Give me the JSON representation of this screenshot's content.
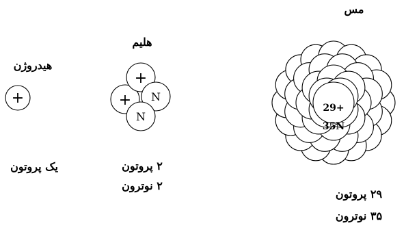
{
  "atoms": {
    "hydrogen": {
      "name": "هیدروژن",
      "line1": "یک پروتون",
      "line2": "",
      "symbols": {
        "proton": "+"
      }
    },
    "helium": {
      "name": "هلیم",
      "line1": "۲ پروتون",
      "line2": "۲ نوترون",
      "symbols": {
        "proton": "+",
        "neutron": "N"
      }
    },
    "copper": {
      "name": "مس",
      "line1": "۲۹ پروتون",
      "line2": "۳۵ نوترون",
      "center_charge": "29+",
      "center_neutrons": "35N"
    }
  }
}
